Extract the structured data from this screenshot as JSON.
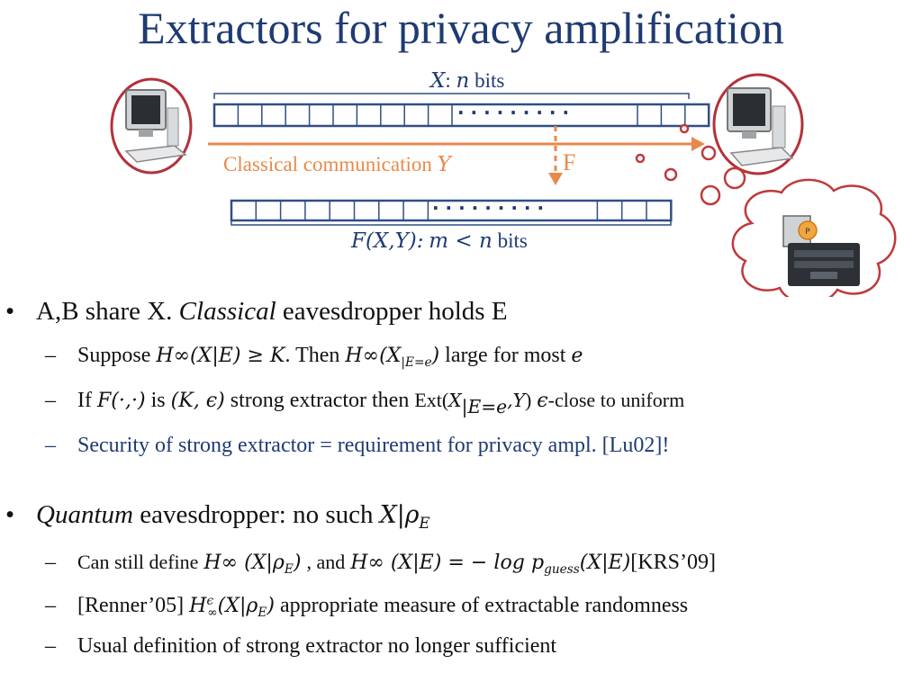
{
  "title": "Extractors for privacy amplification",
  "diagram": {
    "x_label_var": "X",
    "x_label_colon": ":",
    "x_label_n": "n",
    "x_label_bits": "bits",
    "dots": "· · · · · · · · ·",
    "channel_label": "Classical communication",
    "channel_var": "Y",
    "f_label": "F",
    "out_label_fn": "F(X,Y):",
    "out_label_cond": "m < n",
    "out_label_bits": "bits",
    "eve_bubble_letter": "P",
    "colors": {
      "accent": "#1f3b73",
      "orange": "#e8894a",
      "circle_red": "#c0393b",
      "bit_border": "#2f4f86"
    }
  },
  "bullets": {
    "b1": {
      "prefix": "A,B share X.",
      "italic": "Classical",
      "rest": "eavesdropper holds E",
      "subs": [
        {
          "a": "Suppose",
          "m1": "H∞(X|E) ≥ K",
          "b": ". Then",
          "m2": "H∞(X",
          "m2sub": "|E=e",
          "m2end": ")",
          "c": "large for most",
          "m3": "e"
        },
        {
          "a": "If",
          "m1": "F(·,·)",
          "b": "is",
          "m2": "(K, ϵ)",
          "c": "strong extractor then",
          "ext": "Ext(",
          "m3": "X",
          "m3sub": "|E=e",
          "m3end": ",Y",
          "ext_close": ")",
          "m4": "ϵ",
          "d": "-close to uniform"
        },
        {
          "text": "Security of strong extractor = requirement for privacy ampl. [Lu02]!"
        }
      ]
    },
    "b2": {
      "italic": "Quantum",
      "rest": "eavesdropper: no such",
      "math": "X|ρ",
      "math_sub": "E",
      "subs": [
        {
          "a": "Can still define",
          "m1": "H∞ (X|ρ",
          "m1sub": "E",
          "m1end": ")",
          "b": ", and",
          "m2": "H∞ (X|E) = − log p",
          "m2sub": "guess",
          "m2end": "(X|E)",
          "ref": "[KRS’09]"
        },
        {
          "a": "[Renner’05]",
          "m1": "H",
          "m1sup": "ϵ",
          "m1sub": "∞",
          "m1rest": "(X|ρ",
          "m1sub2": "E",
          "m1end": ")",
          "b": "appropriate measure of extractable randomness"
        },
        {
          "text": "Usual definition of strong extractor no longer sufficient"
        }
      ]
    }
  }
}
